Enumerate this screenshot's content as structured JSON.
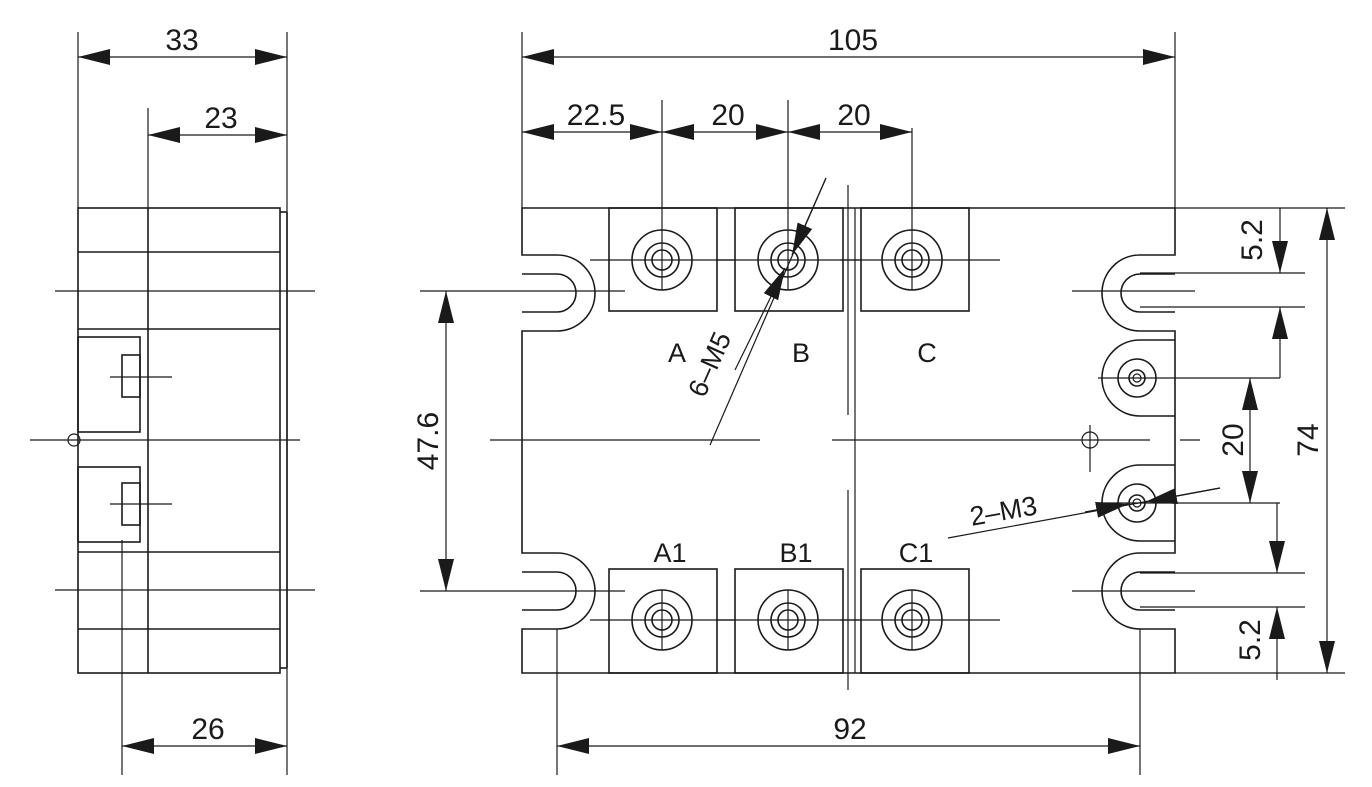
{
  "side_view": {
    "dims": {
      "overall_width": "33",
      "body_width": "23",
      "bottom_width": "26"
    }
  },
  "front_view": {
    "dims": {
      "overall_length": "105",
      "offset_first": "22.5",
      "pitch_ab": "20",
      "pitch_bc": "20",
      "mount_span": "92",
      "height": "74",
      "terminal_row_spacing": "47.6",
      "hole_spacing": "20",
      "top_offset": "5.2",
      "bottom_offset": "5.2"
    },
    "terminals": {
      "a": "A",
      "b": "B",
      "c": "C",
      "a1": "A1",
      "b1": "B1",
      "c1": "C1"
    },
    "callouts": {
      "screw_m5": "6–M5",
      "screw_m3": "2–M3"
    }
  },
  "colors": {
    "line": "#1a1a1a",
    "background": "#ffffff"
  }
}
